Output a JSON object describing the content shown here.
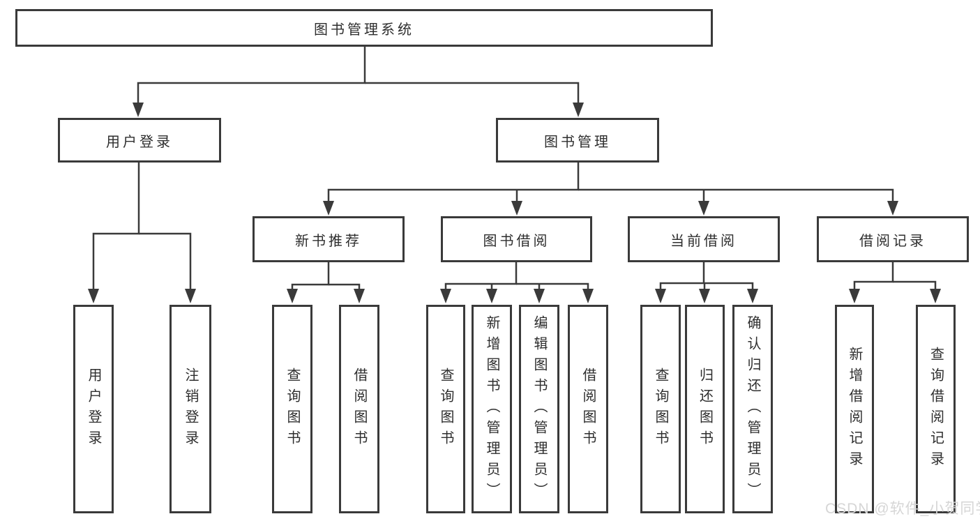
{
  "tree": {
    "label": "图书管理系统",
    "children": [
      {
        "label": "用户登录",
        "children": [
          {
            "label": "用户登录"
          },
          {
            "label": "注销登录"
          }
        ]
      },
      {
        "label": "图书管理",
        "children": [
          {
            "label": "新书推荐",
            "children": [
              {
                "label": "查询图书"
              },
              {
                "label": "借阅图书"
              }
            ]
          },
          {
            "label": "图书借阅",
            "children": [
              {
                "label": "查询图书"
              },
              {
                "label": "新增图书（管理员）"
              },
              {
                "label": "编辑图书（管理员）"
              },
              {
                "label": "借阅图书"
              }
            ]
          },
          {
            "label": "当前借阅",
            "children": [
              {
                "label": "查询图书"
              },
              {
                "label": "归还图书"
              },
              {
                "label": "确认归还（管理员）"
              }
            ]
          },
          {
            "label": "借阅记录",
            "children": [
              {
                "label": "新增借阅记录"
              },
              {
                "label": "查询借阅记录"
              }
            ]
          }
        ]
      }
    ]
  },
  "watermark": {
    "text": "CSDN @软件_小贺同学"
  },
  "colors": {
    "line": "#3a3a3a",
    "text": "#2e2e2e",
    "background": "#ffffff",
    "watermark": "#d6d6d6"
  }
}
